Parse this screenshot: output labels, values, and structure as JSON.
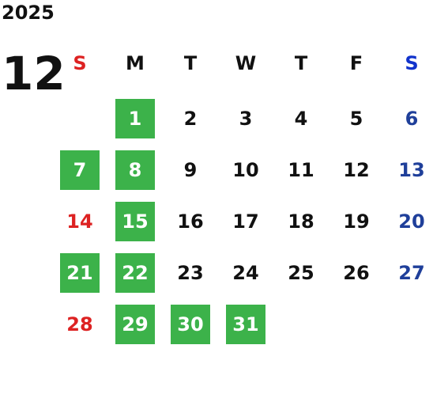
{
  "calendar": {
    "year": "2025",
    "month": "12",
    "weekdays": [
      {
        "label": "S",
        "color": "#dd2222"
      },
      {
        "label": "M",
        "color": "#111111"
      },
      {
        "label": "T",
        "color": "#111111"
      },
      {
        "label": "W",
        "color": "#111111"
      },
      {
        "label": "T",
        "color": "#111111"
      },
      {
        "label": "F",
        "color": "#111111"
      },
      {
        "label": "S",
        "color": "#1133cc"
      }
    ],
    "weeks": [
      [
        null,
        {
          "day": "1",
          "highlighted": true
        },
        {
          "day": "2"
        },
        {
          "day": "3"
        },
        {
          "day": "4"
        },
        {
          "day": "5"
        },
        {
          "day": "6"
        }
      ],
      [
        {
          "day": "7",
          "highlighted": true
        },
        {
          "day": "8",
          "highlighted": true
        },
        {
          "day": "9"
        },
        {
          "day": "10"
        },
        {
          "day": "11"
        },
        {
          "day": "12"
        },
        {
          "day": "13"
        }
      ],
      [
        {
          "day": "14"
        },
        {
          "day": "15",
          "highlighted": true
        },
        {
          "day": "16"
        },
        {
          "day": "17"
        },
        {
          "day": "18"
        },
        {
          "day": "19"
        },
        {
          "day": "20"
        }
      ],
      [
        {
          "day": "21",
          "highlighted": true
        },
        {
          "day": "22",
          "highlighted": true
        },
        {
          "day": "23"
        },
        {
          "day": "24"
        },
        {
          "day": "25"
        },
        {
          "day": "26"
        },
        {
          "day": "27"
        }
      ],
      [
        {
          "day": "28"
        },
        {
          "day": "29",
          "highlighted": true
        },
        {
          "day": "30",
          "highlighted": true
        },
        {
          "day": "31",
          "highlighted": true
        },
        null,
        null,
        null
      ]
    ],
    "colors": {
      "highlight_bg": "#3cb24a",
      "sunday": "#dd2222",
      "saturday": "#1f3f9a",
      "default": "#111111"
    }
  }
}
